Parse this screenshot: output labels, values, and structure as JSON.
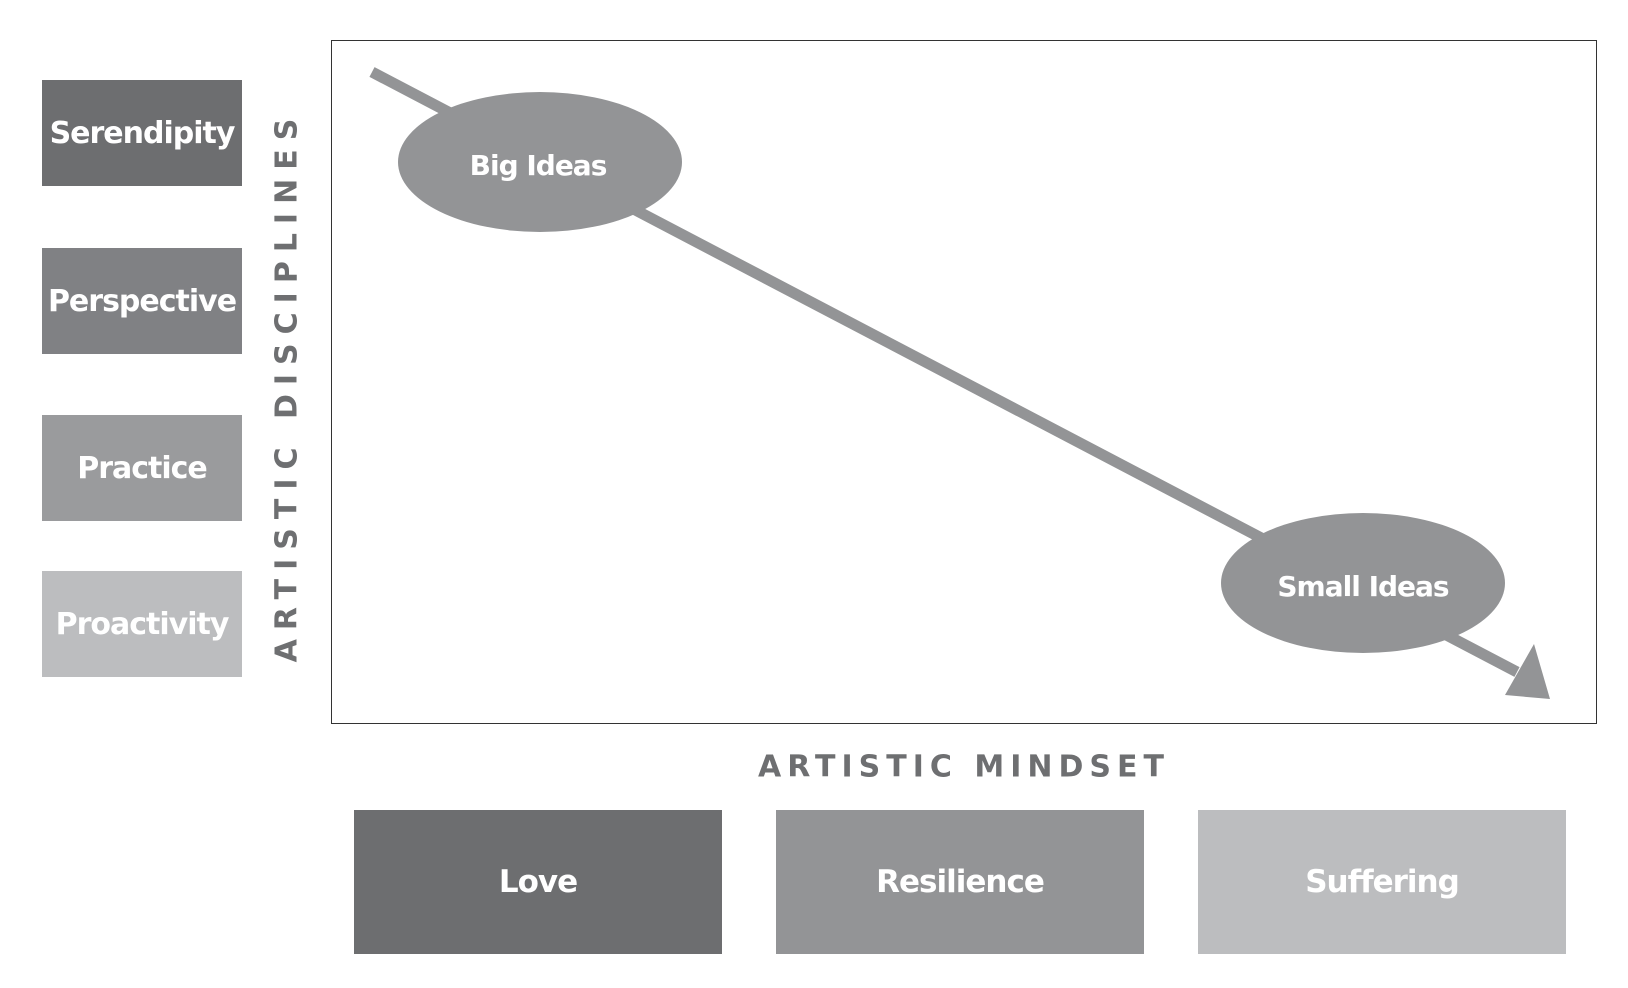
{
  "disciplines": [
    {
      "label": "Serendipity",
      "color": "#6d6e70"
    },
    {
      "label": "Perspective",
      "color": "#808184"
    },
    {
      "label": "Practice",
      "color": "#9a9b9d"
    },
    {
      "label": "Proactivity",
      "color": "#bcbdbf"
    }
  ],
  "mindsets": [
    {
      "label": "Love",
      "color": "#6d6e70"
    },
    {
      "label": "Resilience",
      "color": "#939496"
    },
    {
      "label": "Suffering",
      "color": "#bcbdbf"
    }
  ],
  "axes": {
    "y_label": "ARTISTIC DISCIPLINES",
    "x_label": "ARTISTIC MINDSET"
  },
  "nodes": {
    "big": "Big Ideas",
    "small": "Small Ideas"
  },
  "colors": {
    "arrow": "#939496",
    "ellipse": "#939496",
    "frame": "#333333"
  }
}
